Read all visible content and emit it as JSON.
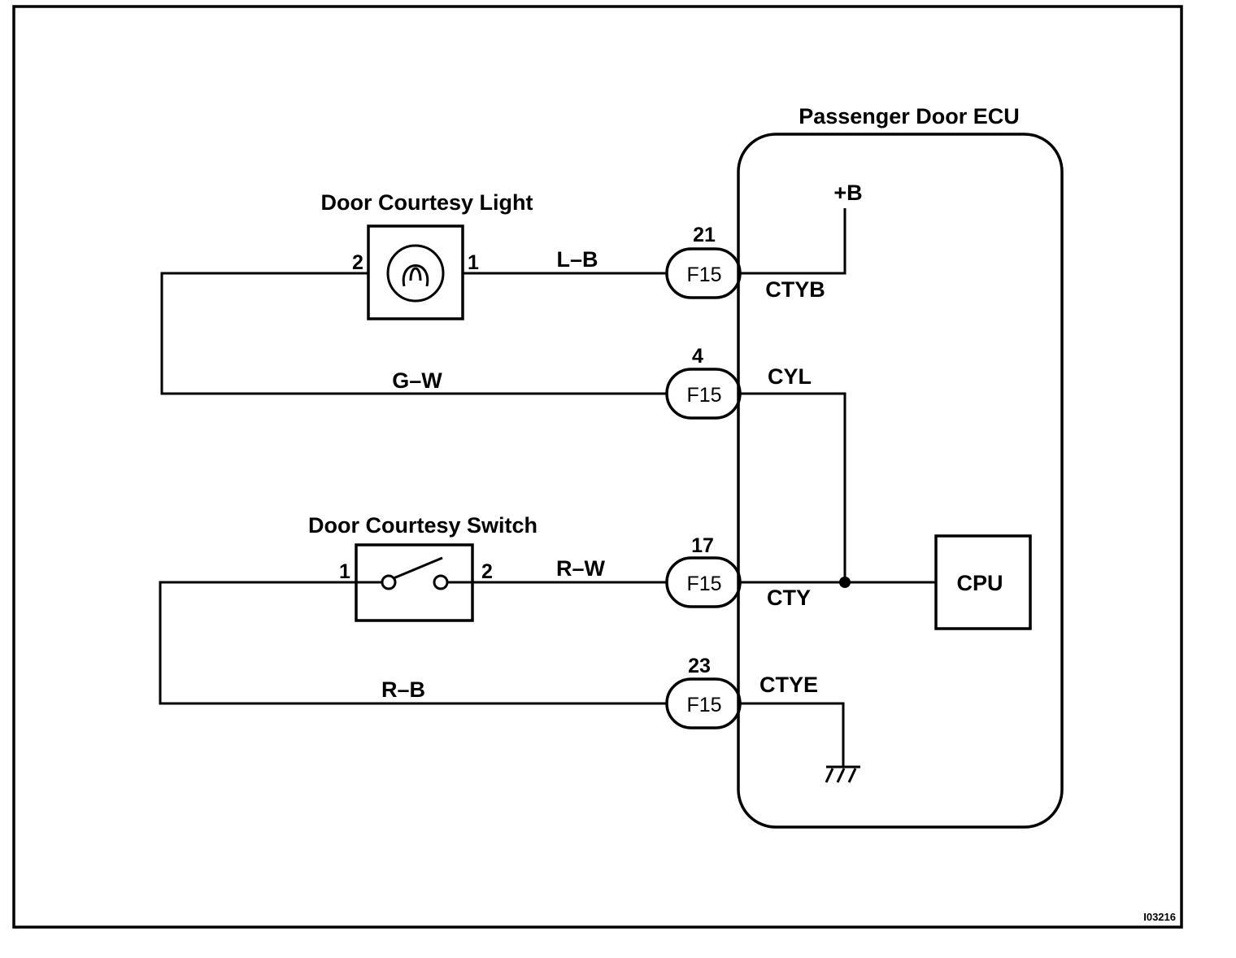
{
  "components": {
    "ecu_title": "Passenger Door ECU",
    "light_title": "Door Courtesy Light",
    "switch_title": "Door Courtesy Switch",
    "cpu": "CPU",
    "plus_b": "+B"
  },
  "pins": {
    "light_left": "2",
    "light_right": "1",
    "switch_left": "1",
    "switch_right": "2"
  },
  "wires": {
    "lb": "L–B",
    "gw": "G–W",
    "rw": "R–W",
    "rb": "R–B"
  },
  "connectors": [
    {
      "pin": "21",
      "name": "F15",
      "signal": "CTYB"
    },
    {
      "pin": "4",
      "name": "F15",
      "signal": "CYL"
    },
    {
      "pin": "17",
      "name": "F15",
      "signal": "CTY"
    },
    {
      "pin": "23",
      "name": "F15",
      "signal": "CTYE"
    }
  ],
  "figure_id": "I03216"
}
